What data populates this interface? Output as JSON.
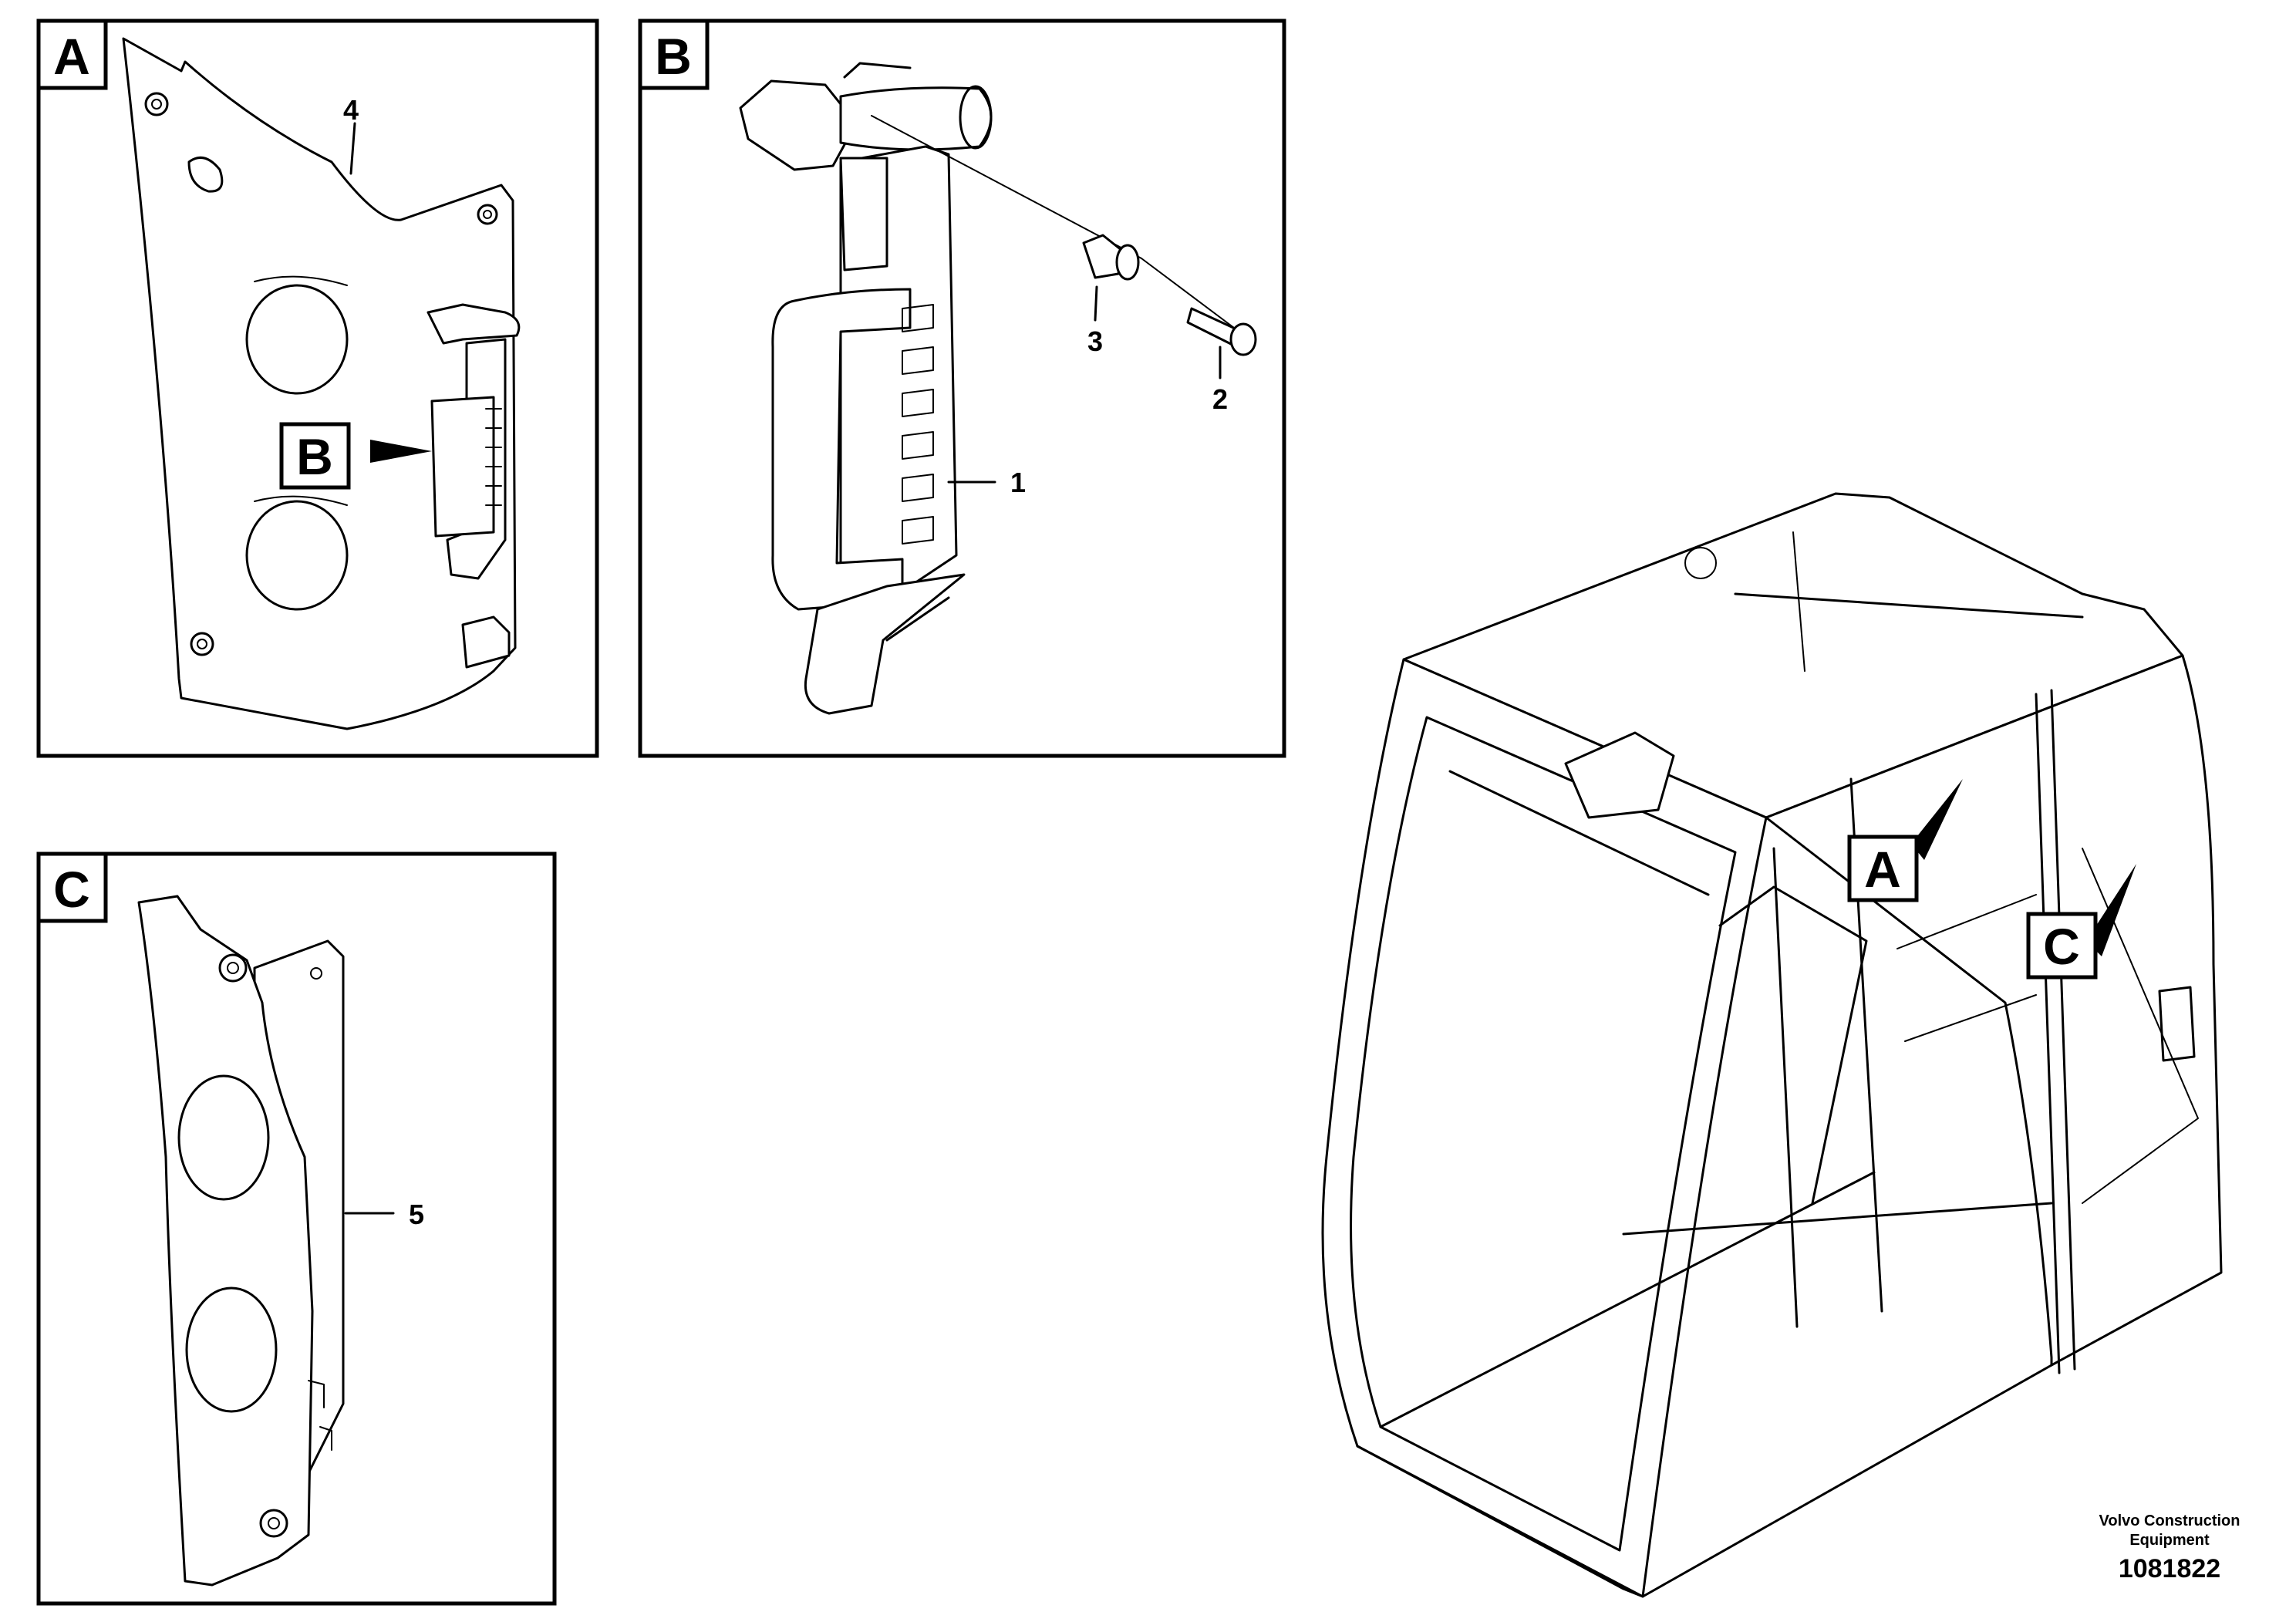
{
  "views": {
    "A": {
      "tag": "A",
      "part_numbers": [
        "4"
      ],
      "callout": "B"
    },
    "B": {
      "tag": "B",
      "part_numbers": [
        "1",
        "2",
        "3"
      ]
    },
    "C": {
      "tag": "C",
      "part_numbers": [
        "5"
      ]
    }
  },
  "cab_callouts": [
    "A",
    "C"
  ],
  "footer": {
    "brand_line1": "Volvo Construction",
    "brand_line2": "Equipment",
    "drawing_number": "1081822"
  }
}
